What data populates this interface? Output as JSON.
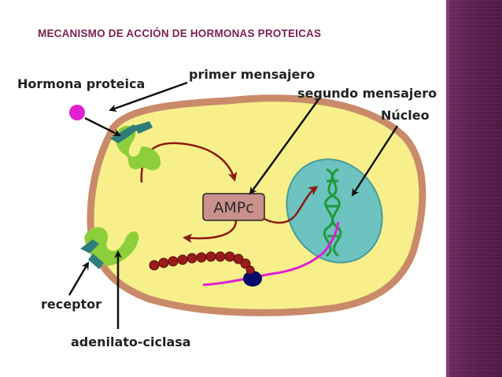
{
  "slide": {
    "title": "MECANISMO DE ACCIÓN DE HORMONAS PROTEICAS"
  },
  "diagram": {
    "labels": {
      "hormone": "Hormona proteica",
      "first_messenger": "primer mensajero",
      "second_messenger": "segundo mensajero",
      "nucleus": "Núcleo",
      "ampc": "AMPc",
      "receptor": "receptor",
      "adenylate": "adenilato-ciclasa"
    }
  },
  "colors": {
    "title": "#7a1f4e",
    "side_panel": "#5a1f4d",
    "cell_fill": "#f7f08a",
    "membrane": "#c98a6a",
    "nucleus_fill": "#6cc3c0",
    "arrow_red": "#8b1a10",
    "receptor_green": "#8ccf3a",
    "receptor_teal": "#2e7d7a",
    "hormone_magenta": "#e020d0",
    "ampc_box": "#c9908c"
  }
}
